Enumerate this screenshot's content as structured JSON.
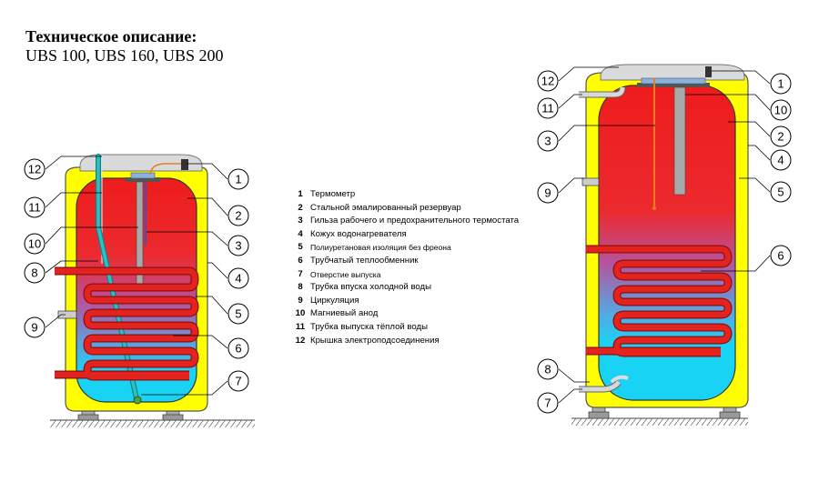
{
  "document": {
    "title": "Техническое описание:",
    "models": "UBS 100,  UBS 160, UBS 200"
  },
  "legend": [
    {
      "num": "1",
      "text": "Термометр",
      "small": false
    },
    {
      "num": "2",
      "text": "Стальной эмалированный резервуар",
      "small": false
    },
    {
      "num": "3",
      "text": "Гильза рабочего и предохранительного термостата",
      "small": false
    },
    {
      "num": "4",
      "text": "Кожух водонагревателя",
      "small": false
    },
    {
      "num": "5",
      "text": "Полиуретановая изоляция без фреона",
      "small": true
    },
    {
      "num": "6",
      "text": "Трубчатый теплообменник",
      "small": false
    },
    {
      "num": "7",
      "text": "Отверстие выпуска",
      "small": true
    },
    {
      "num": "8",
      "text": "Трубка впуска холодной воды",
      "small": false
    },
    {
      "num": "9",
      "text": "Циркуляция",
      "small": false
    },
    {
      "num": "10",
      "text": "Магниевый анод",
      "small": false
    },
    {
      "num": "11",
      "text": "Трубка выпуска тёплой воды",
      "small": false
    },
    {
      "num": "12",
      "text": "Крышка электроподсоединения",
      "small": false
    }
  ],
  "callouts": {
    "left": {
      "left_side": [
        "12",
        "11",
        "10",
        "8",
        "9"
      ],
      "right_side": [
        "1",
        "2",
        "3",
        "4",
        "5",
        "6",
        "7"
      ]
    },
    "right": {
      "left_side": [
        "12",
        "11",
        "3",
        "9",
        "8",
        "7"
      ],
      "right_side": [
        "1",
        "10",
        "2",
        "4",
        "5",
        "6"
      ]
    }
  },
  "colors": {
    "jacket": "#ffff00",
    "hot_water": "#ee1c1c",
    "cold_water": "#19d3f5",
    "coil": "#e4231f",
    "cover": "#d9dadb",
    "inlet_pipe": "#27c2c6"
  }
}
